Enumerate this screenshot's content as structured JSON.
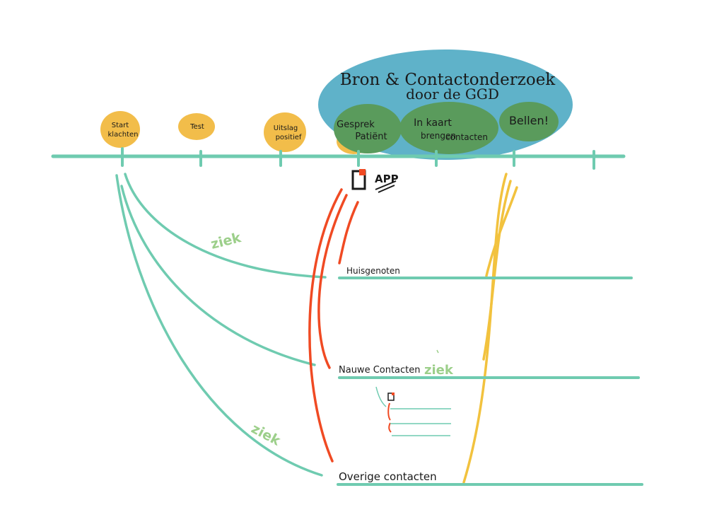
{
  "title_lines": [
    "Bron & Contactonderzoek",
    "door de GGD"
  ],
  "timeline": {
    "milestones": [
      {
        "lines": [
          "Start",
          "klachten"
        ]
      },
      {
        "lines": [
          "Test"
        ]
      },
      {
        "lines": [
          "Uitslag",
          "positief"
        ]
      }
    ],
    "ggd_steps": [
      {
        "lines": [
          "Gesprek",
          "Patiënt"
        ]
      },
      {
        "lines": [
          "In kaart",
          "brengen",
          "contacten"
        ]
      },
      {
        "lines": [
          "Bellen!"
        ]
      }
    ]
  },
  "app_label": "APP",
  "rows": {
    "huisgenoten": "Huisgenoten",
    "nauwe": "Nauwe Contacten",
    "overige": "Overige contacten"
  },
  "ziek_labels": [
    "ziek",
    "ziek",
    "ziek"
  ],
  "colors": {
    "timeline": "#6fcbb0",
    "milestone": "#f2bd4a",
    "ggd_cloud": "#5fb2c9",
    "ggd_step": "#5a9b5c",
    "app_line": "#f04a23",
    "call_line": "#f2c23e",
    "ziek": "#9ccf8a"
  }
}
